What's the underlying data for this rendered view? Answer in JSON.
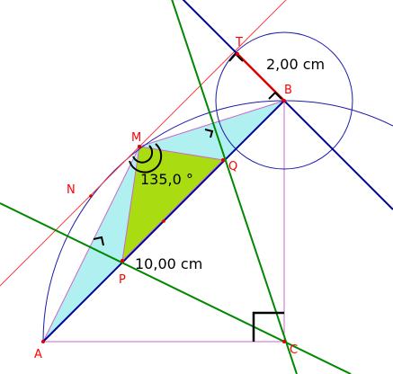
{
  "points": {
    "A": "A",
    "B": "B",
    "C": "C",
    "M": "M",
    "N": "N",
    "P": "P",
    "Q": "Q",
    "T": "T"
  },
  "measurements": {
    "radius": "2,00 cm",
    "side": "10,00 cm",
    "angle": "135,0 °"
  },
  "colors": {
    "point_label": "#ff0000",
    "triangle_fill": "#b0f0f0",
    "inner_triangle_fill": "#aadd11",
    "outline": "#cc66cc",
    "circle": "#1a1aaa",
    "line_blue": "#000099",
    "line_green": "#008800",
    "line_red_thin": "#ee4444",
    "segment_red": "#dd0000"
  }
}
